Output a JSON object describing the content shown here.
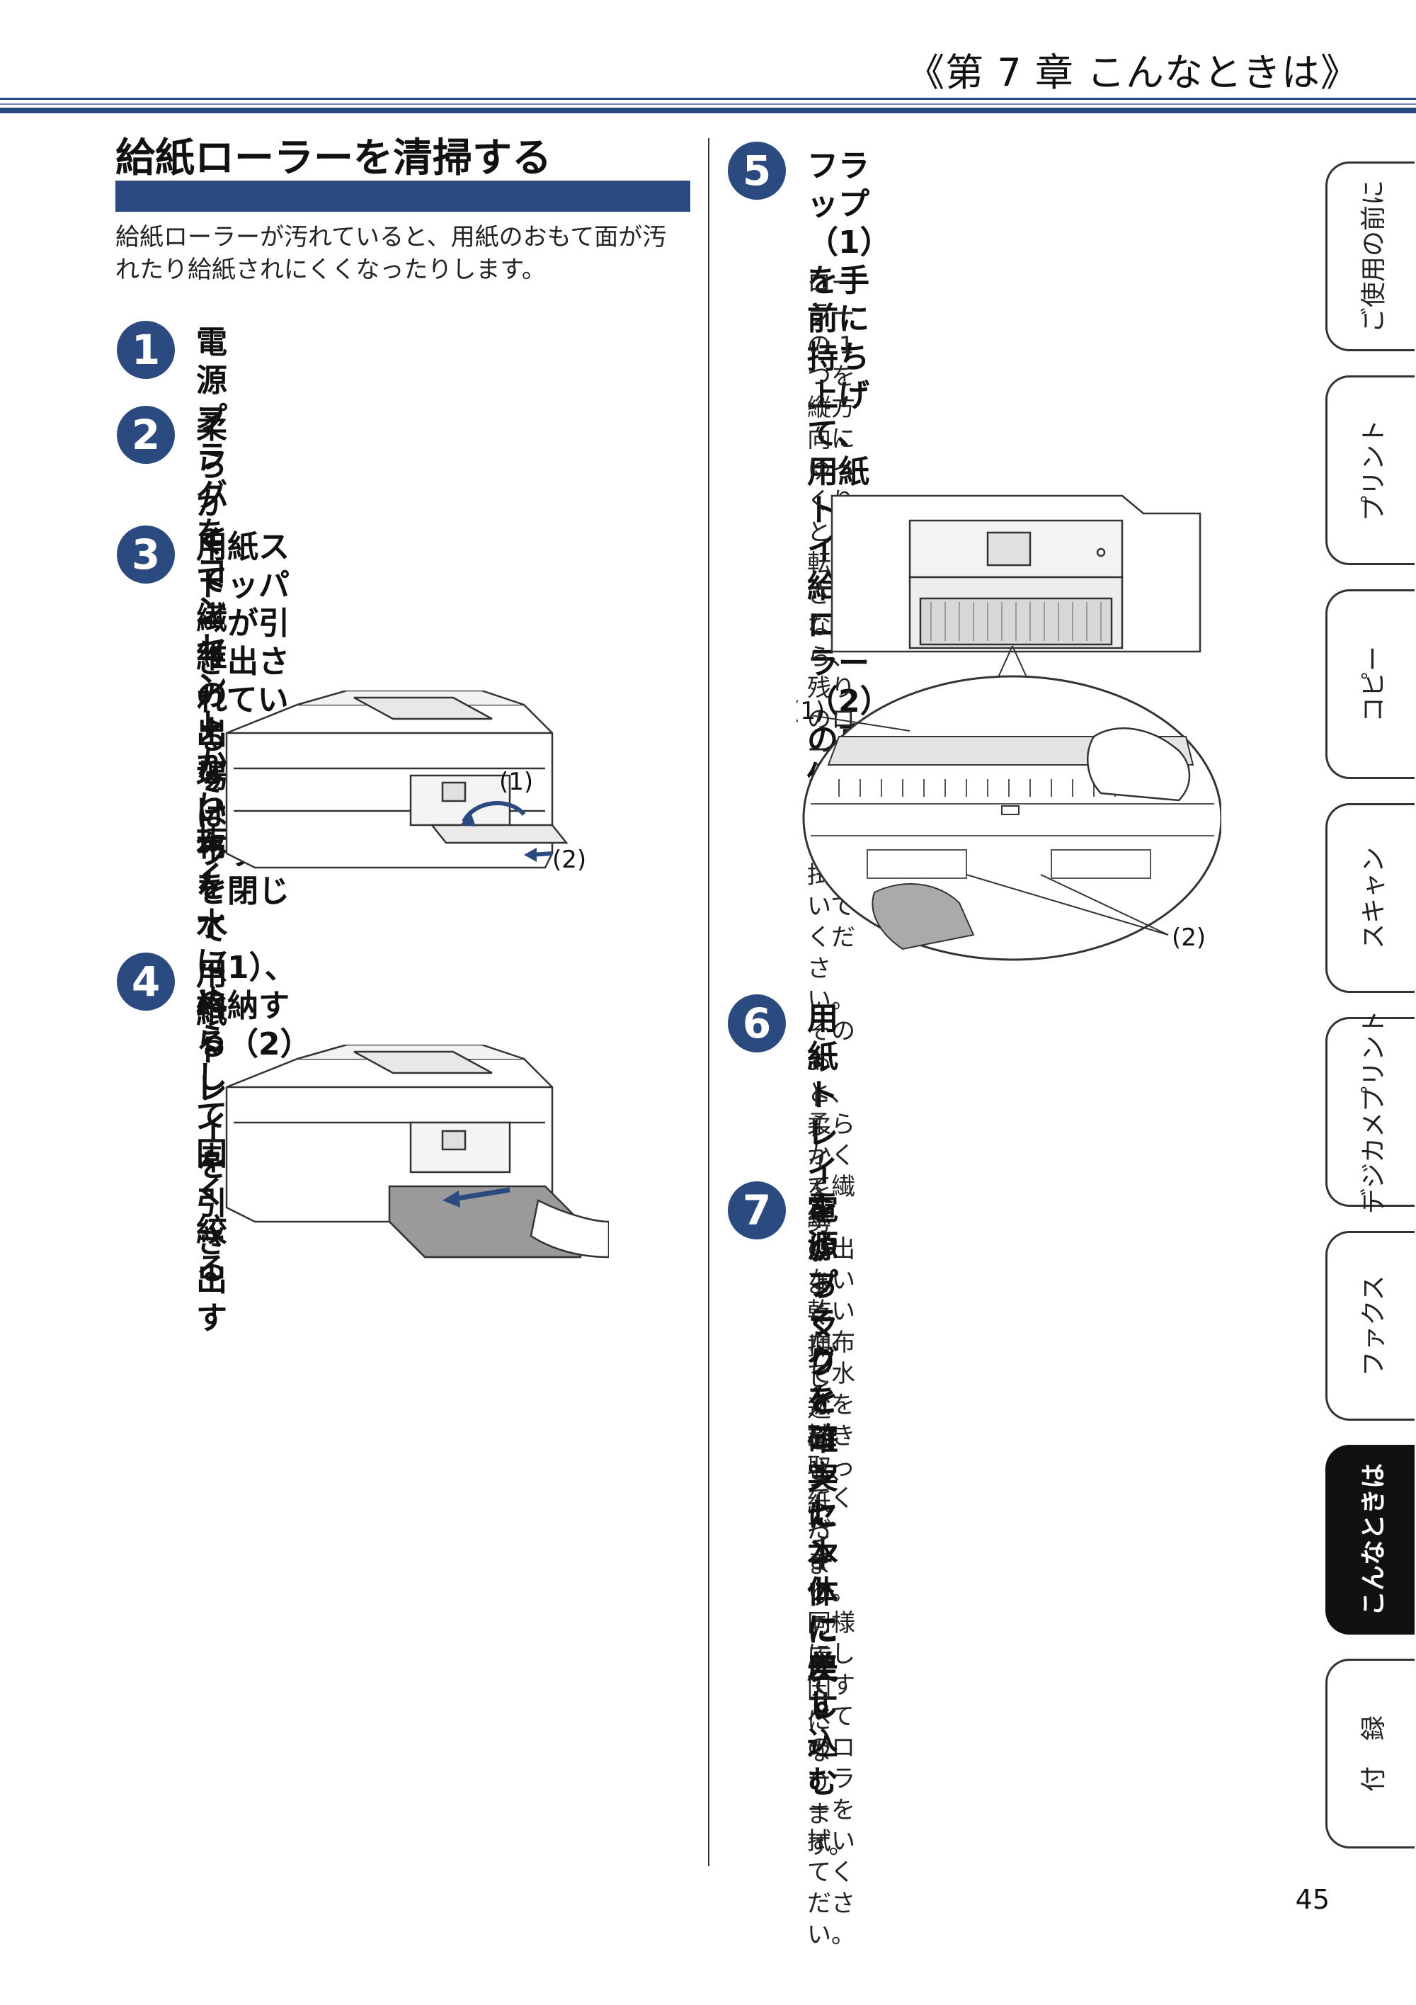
{
  "header": {
    "chapter": "《第 7 章 こんなときは》"
  },
  "section": {
    "title": "給紙ローラーを清掃する",
    "intro_line1": "給紙ローラーが汚れていると、用紙のおもて面が汚",
    "intro_line2": "れたり給紙されにくくなったりします。"
  },
  "steps": [
    {
      "num": "1",
      "title_lines": [
        "電源プラグをコンセントから抜く"
      ]
    },
    {
      "num": "2",
      "title_lines": [
        "柔らかくて繊維の出ない布を水にぬ",
        "らして固く絞る"
      ]
    },
    {
      "num": "3",
      "title_lines": [
        "用紙ストッパーが引き出されている",
        "場合は、フラップを閉じて（1）、",
        "格納する（2）"
      ]
    },
    {
      "num": "4",
      "title_lines": [
        "用紙トレイを引き出す"
      ]
    },
    {
      "num": "5",
      "title_lines": [
        "フラップ（1）を手前に持ち上げ",
        "て、用紙トレイの給紙ローラー",
        "（2）の裏側を拭く"
      ],
      "body_lines": [
        "ローラーの 1 つを縦方向にゆっくりと回転",
        "させながら、残りのローラーを横方向に拭",
        "いてください。そのあと、柔らかくて繊維",
        "の出ない乾いた布で水分を拭き取ってくだ",
        "さい。同様にしてすべてのローラーを拭い",
        "てください。"
      ]
    },
    {
      "num": "6",
      "title_lines": [
        "用紙トレイをゆっくりと確実に本体",
        "に戻す"
      ],
      "body_lines": [
        "トレイを勢いよく押し込むと、紙づまりの",
        "原因になります。"
      ]
    },
    {
      "num": "7",
      "title_lines": [
        "電源プラグをコンセントに差し込む"
      ]
    }
  ],
  "figures": {
    "fig3_label1": "(1)",
    "fig3_label2": "(2)",
    "fig5_label1": "(1)",
    "fig5_label2": "(2)"
  },
  "tabs": [
    {
      "label": "ご使用の前に",
      "active": false
    },
    {
      "label": "プリント",
      "active": false
    },
    {
      "label": "コピー",
      "active": false
    },
    {
      "label": "スキャン",
      "active": false
    },
    {
      "label": "デジカメプリント",
      "active": false
    },
    {
      "label": "ファクス",
      "active": false
    },
    {
      "label": "こんなときは",
      "active": true
    },
    {
      "label": "付　録",
      "active": false
    }
  ],
  "page_number": "45",
  "colors": {
    "accent": "#2b4a80",
    "active_tab": "#111111"
  }
}
